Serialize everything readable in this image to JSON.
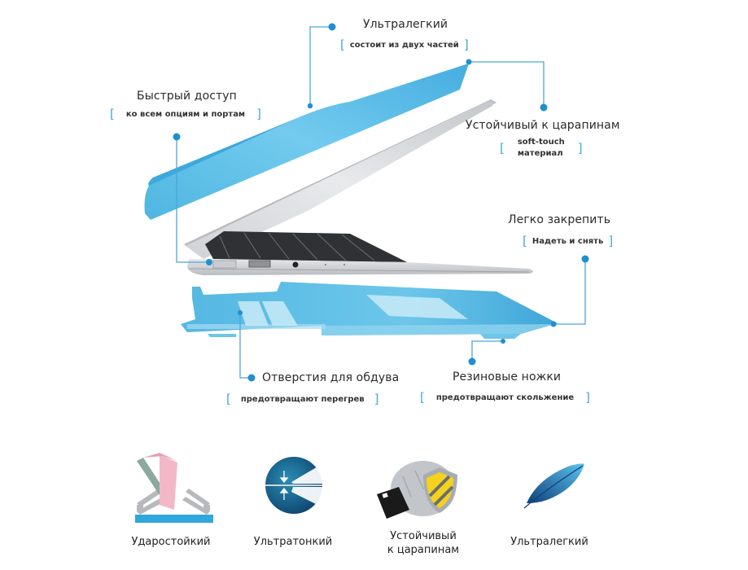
{
  "callouts": {
    "ultralight": {
      "title": "Ультралегкий",
      "sub": "состоит из двух частей"
    },
    "quick_access": {
      "title": "Быстрый доступ",
      "sub": "ко всем опциям и портам"
    },
    "scratch_resistant": {
      "title": "Устойчивый к царапинам",
      "sub_line1": "soft-touch",
      "sub_line2": "материал"
    },
    "easy_attach": {
      "title": "Легко закрепить",
      "sub": "Надеть и снять"
    },
    "vents": {
      "title": "Отверстия для обдува",
      "sub": "предотвращают перегрев"
    },
    "rubber_feet": {
      "title": "Резиновые ножки",
      "sub": "предотвращают скольжение"
    }
  },
  "features": [
    {
      "icon": "shockproof-laptop-icon",
      "label": "Ударостойкий"
    },
    {
      "icon": "ultrathin-icon",
      "label": "Ультратонкий"
    },
    {
      "icon": "shield-key-icon",
      "label_line1": "Устойчивый",
      "label_line2": "к царапинам"
    },
    {
      "icon": "feather-icon",
      "label": "Ультралегкий"
    }
  ],
  "colors": {
    "accent": "#3fa9d8",
    "case_blue": "#5bbfe3",
    "dot": "#1f8fd0"
  }
}
